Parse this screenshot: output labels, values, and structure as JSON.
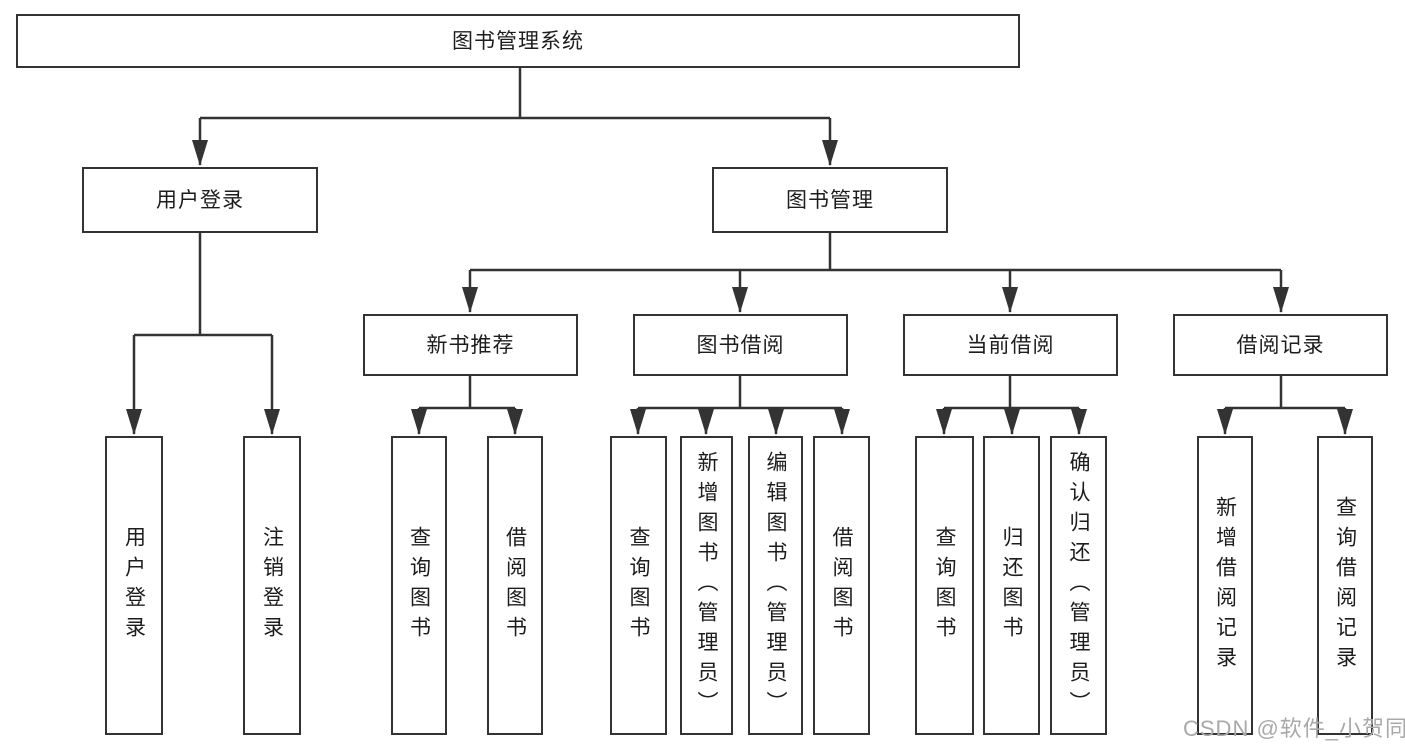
{
  "colors": {
    "line": "#333333",
    "box_border": "#333333",
    "box_background": "#ffffff",
    "text": "#1d1d1d",
    "watermark": "#a9a9a9"
  },
  "watermark": "CSDN @软件_小贺同学",
  "diagram": {
    "root": "图书管理系统",
    "level2": [
      {
        "label": "用户登录",
        "children": [
          "用户登录",
          "注销登录"
        ]
      },
      {
        "label": "图书管理",
        "groups": [
          {
            "label": "新书推荐",
            "children": [
              "查询图书",
              "借阅图书"
            ]
          },
          {
            "label": "图书借阅",
            "children": [
              "查询图书",
              "新增图书（管理员）",
              "编辑图书（管理员）",
              "借阅图书"
            ]
          },
          {
            "label": "当前借阅",
            "children": [
              "查询图书",
              "归还图书",
              "确认归还（管理员）"
            ]
          },
          {
            "label": "借阅记录",
            "children": [
              "新增借阅记录",
              "查询借阅记录"
            ]
          }
        ]
      }
    ]
  }
}
